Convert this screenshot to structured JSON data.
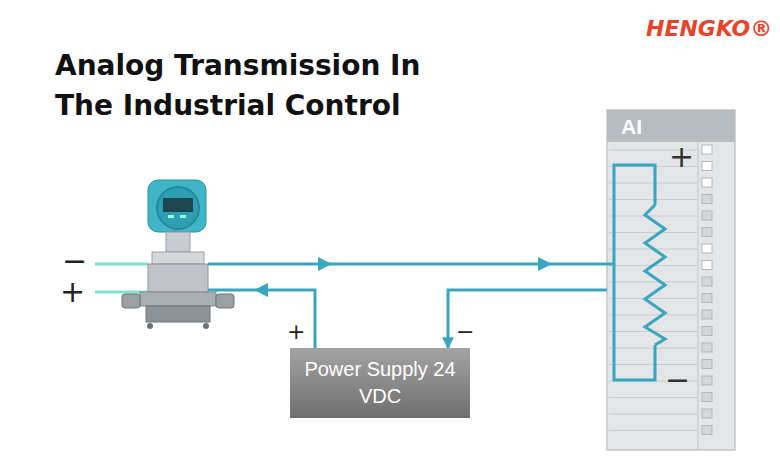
{
  "diagram": {
    "title": "Analog Transmission In The Industrial Control",
    "nodes": [
      {
        "text": [
          "Power Supply 24 VDC"
        ]
      },
      {
        "text": [
          "AI",
          "+",
          "−"
        ]
      }
    ],
    "edges": [
      {
        "from": 1,
        "to": 0,
        "arrow": "to"
      }
    ],
    "labels": [
      "HENGKO®",
      "−",
      "+",
      "+",
      "−"
    ]
  }
}
